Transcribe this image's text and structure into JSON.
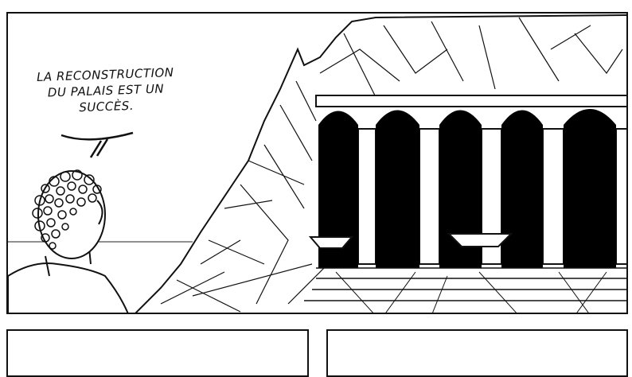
{
  "speech_bubble": {
    "line1": "LA RECONSTRUCTION",
    "line2": "DU PALAIS EST UN",
    "line3": "SUCCÈS."
  }
}
